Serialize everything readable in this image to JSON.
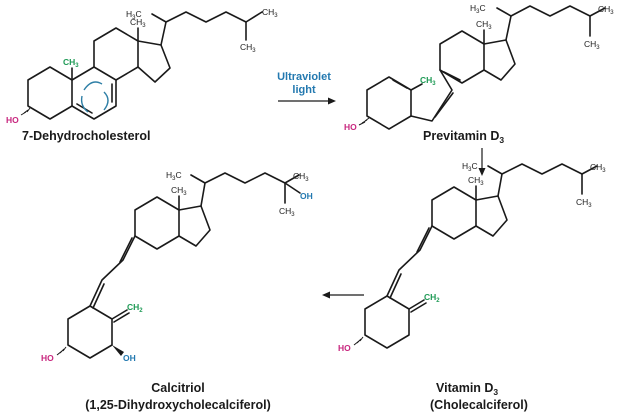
{
  "colors": {
    "ink": "#1a1a1a",
    "methyl_green": "#1e9a55",
    "hydroxyl_magenta": "#c8267e",
    "hydroxyl_blue": "#2379b0",
    "uv_blue": "#2379b0"
  },
  "molecules": {
    "dehydro": {
      "name": "7-Dehydrocholesterol",
      "ch3_top": "CH",
      "ch3_top_sub": "3",
      "h3c_top": "H",
      "h3c_top_sub": "3",
      "h3c_top_c": "C",
      "ch3_end": "CH",
      "ch3_end_sub": "3",
      "ch3_ring": "CH",
      "ch3_ring_sub": "3",
      "ch3_ring2": "CH",
      "ch3_ring2_sub": "3",
      "ho": "HO"
    },
    "previtamin": {
      "name": "Previtamin D",
      "name_sub": "3",
      "ch3_top": "CH",
      "ch3_top_sub": "3",
      "h3c_top": "H",
      "h3c_top_sub": "3",
      "h3c_top_c": "C",
      "ch3_end": "CH",
      "ch3_end_sub": "3",
      "ch3_ring": "CH",
      "ch3_ring_sub": "3",
      "ch3_green": "CH",
      "ch3_green_sub": "3",
      "ho": "HO"
    },
    "vitd3": {
      "name": "Vitamin D",
      "name_sub": "3",
      "alt": "(Cholecalciferol)",
      "ch3_top": "CH",
      "ch3_top_sub": "3",
      "h3c_top": "H",
      "h3c_top_sub": "3",
      "h3c_top_c": "C",
      "ch3_end": "CH",
      "ch3_end_sub": "3",
      "ch3_ring": "CH",
      "ch3_ring_sub": "3",
      "ch2_green": "CH",
      "ch2_green_sub": "2",
      "ho": "HO"
    },
    "calcitriol": {
      "name": "Calcitriol",
      "alt": "(1,25-Dihydroxycholecalciferol)",
      "ch3_top": "CH",
      "ch3_top_sub": "3",
      "h3c_top": "H",
      "h3c_top_sub": "3",
      "h3c_top_c": "C",
      "ch3_end": "CH",
      "ch3_end_sub": "3",
      "oh_side": "OH",
      "ch3_ring": "CH",
      "ch3_ring_sub": "3",
      "ch2_green": "CH",
      "ch2_green_sub": "2",
      "ho": "HO",
      "oh_ring": "OH"
    }
  },
  "arrow_uv": {
    "line1": "Ultraviolet",
    "line2": "light"
  }
}
